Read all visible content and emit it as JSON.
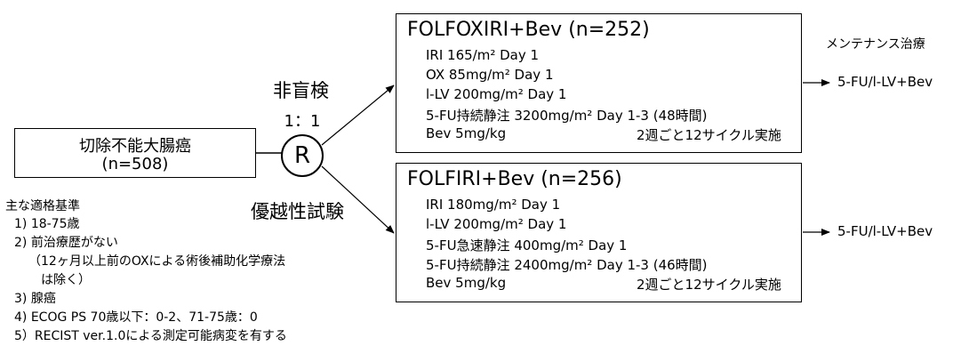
{
  "population": {
    "line1": "切除不能大腸癌",
    "line2": "(n=508)"
  },
  "randomization": {
    "symbol": "R",
    "ratio": "1：1",
    "label_top": "非盲検",
    "label_bottom": "優越性試験"
  },
  "arm1": {
    "title": "FOLFOXIRI+Bev (n=252)",
    "lines": [
      "IRI 165/m² Day 1",
      "OX 85mg/m² Day 1",
      "l-LV 200mg/m² Day 1",
      "5-FU持続静注 3200mg/m² Day 1-3 (48時間)",
      "Bev 5mg/kg"
    ],
    "schedule": "2週ごと12サイクル実施"
  },
  "arm2": {
    "title": "FOLFIRI+Bev (n=256)",
    "lines": [
      "IRI 180mg/m² Day 1",
      "l-LV 200mg/m² Day 1",
      "5-FU急速静注 400mg/m² Day 1",
      "5-FU持続静注 2400mg/m² Day 1-3 (46時間)",
      "Bev 5mg/kg"
    ],
    "schedule": "2週ごと12サイクル実施"
  },
  "maintenance": {
    "heading": "メンテナンス治療",
    "arm1": "5-FU/l-LV+Bev",
    "arm2": "5-FU/l-LV+Bev"
  },
  "eligibility": {
    "heading": "主な適格基準",
    "items": [
      "1) 18-75歳",
      "2) 前治療歴がない",
      "（12ヶ月以上前のOXによる術後補助化学療法",
      "は除く）",
      "3) 腺癌",
      "4) ECOG PS 70歳以下：0-2、71-75歳：0",
      "5）RECIST ver.1.0による測定可能病変を有する"
    ]
  }
}
